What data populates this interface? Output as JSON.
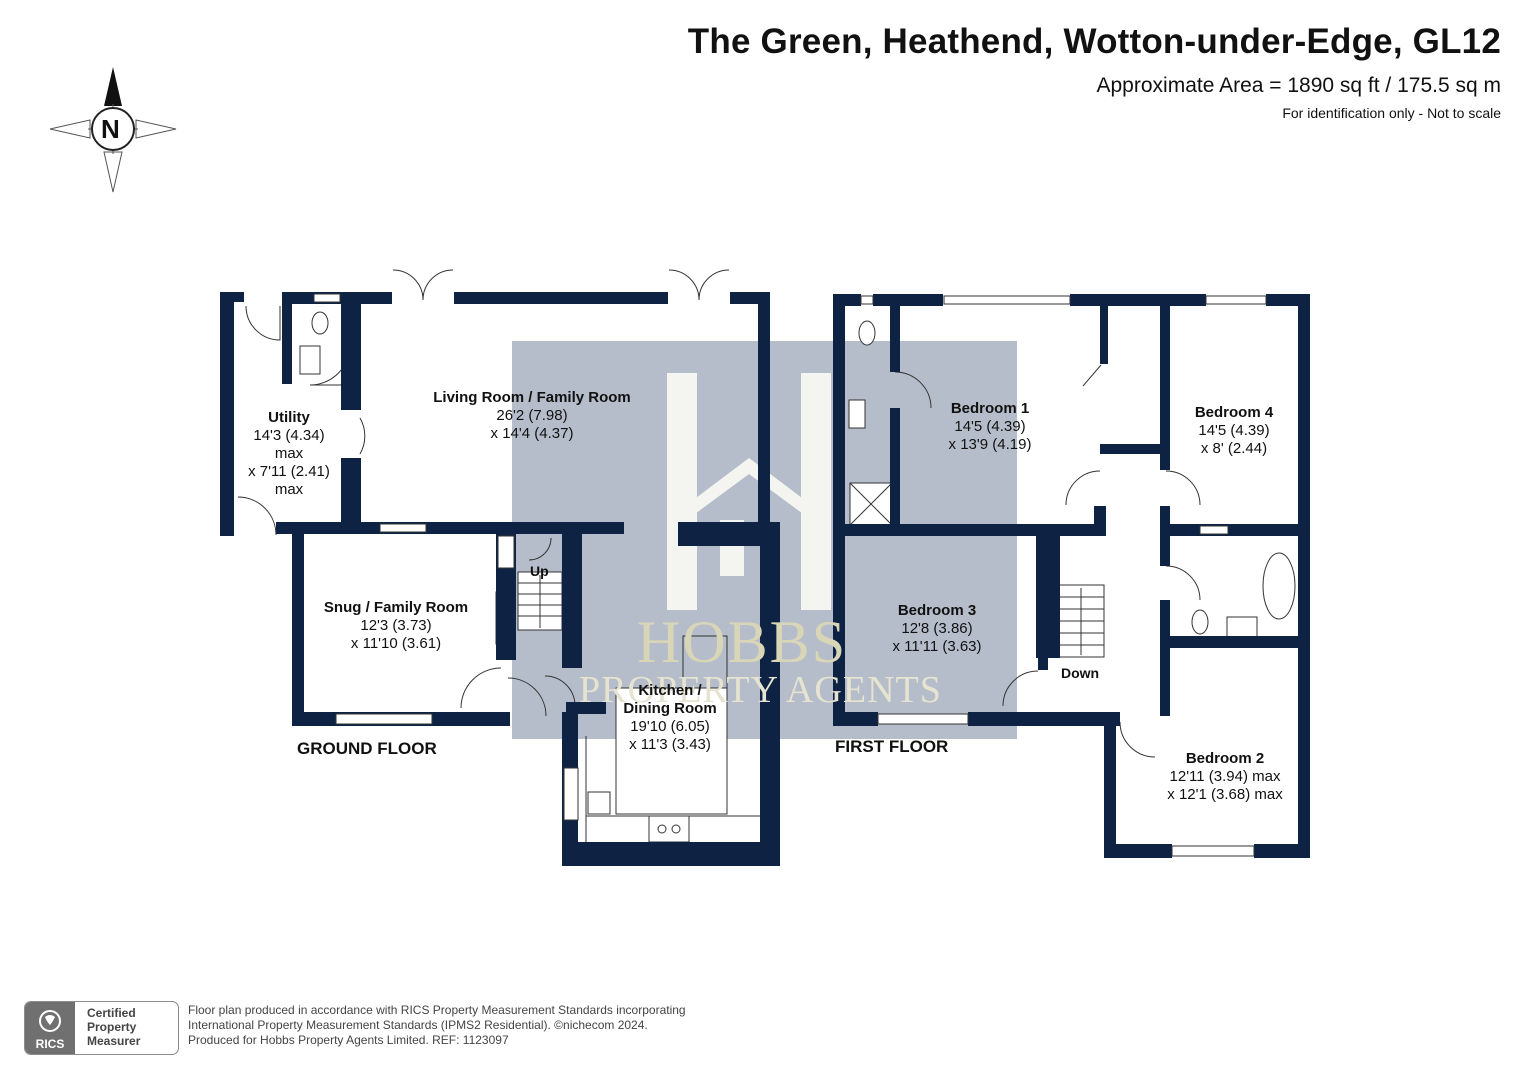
{
  "header": {
    "title": "The Green, Heathend, Wotton-under-Edge, GL12",
    "area": "Approximate Area = 1890 sq ft / 175.5 sq m",
    "note": "For identification only - Not to scale"
  },
  "compass": {
    "label": "N",
    "icon": "compass-rose-icon"
  },
  "colors": {
    "wall": "#0e2344",
    "watermark_box": "#b6bdca",
    "watermark_text": "#d9d6b8"
  },
  "watermark": {
    "line1": "HOBBS",
    "line2": "PROPERTY AGENTS"
  },
  "floors": {
    "ground": {
      "label": "GROUND FLOOR"
    },
    "first": {
      "label": "FIRST FLOOR"
    }
  },
  "rooms": {
    "utility": {
      "name": "Utility",
      "dims": [
        "14'3 (4.34)",
        "max",
        "x 7'11 (2.41)",
        "max"
      ]
    },
    "living": {
      "name": "Living Room / Family Room",
      "dims": [
        "26'2 (7.98)",
        "x 14'4 (4.37)"
      ]
    },
    "snug": {
      "name": "Snug / Family Room",
      "dims": [
        "12'3 (3.73)",
        "x 11'10 (3.61)"
      ]
    },
    "kitchen": {
      "name1": "Kitchen /",
      "name2": "Dining Room",
      "dims": [
        "19'10 (6.05)",
        "x 11'3 (3.43)"
      ]
    },
    "bedroom1": {
      "name": "Bedroom 1",
      "dims": [
        "14'5 (4.39)",
        "x 13'9 (4.19)"
      ]
    },
    "bedroom4": {
      "name": "Bedroom 4",
      "dims": [
        "14'5 (4.39)",
        "x 8' (2.44)"
      ]
    },
    "bedroom3": {
      "name": "Bedroom 3",
      "dims": [
        "12'8 (3.86)",
        "x 11'11 (3.63)"
      ]
    },
    "bedroom2": {
      "name": "Bedroom 2",
      "dims": [
        "12'11 (3.94) max",
        "x 12'1 (3.68) max"
      ]
    }
  },
  "stairs": {
    "up": "Up",
    "down": "Down"
  },
  "badge": {
    "logo": "RICS",
    "lines": [
      "Certified",
      "Property",
      "Measurer"
    ]
  },
  "footer": {
    "lines": [
      "Floor plan produced in accordance with RICS Property Measurement Standards incorporating",
      "International Property Measurement Standards (IPMS2 Residential).  ©nichecom 2024.",
      "Produced for Hobbs Property Agents Limited.    REF: 1123097"
    ]
  }
}
